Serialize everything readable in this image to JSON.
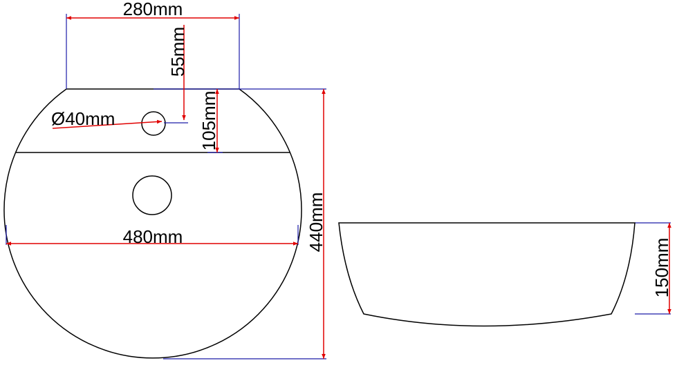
{
  "colors": {
    "outline": "#000000",
    "dimension_line": "#e00000",
    "extension_line": "#1a1aa8",
    "background": "#ffffff"
  },
  "dimensions": {
    "top_width": "280mm",
    "top_height": "55mm",
    "hole_diameter": "Ø40mm",
    "flat_depth": "105mm",
    "overall_width": "480mm",
    "overall_depth": "440mm",
    "bowl_height": "150mm"
  }
}
